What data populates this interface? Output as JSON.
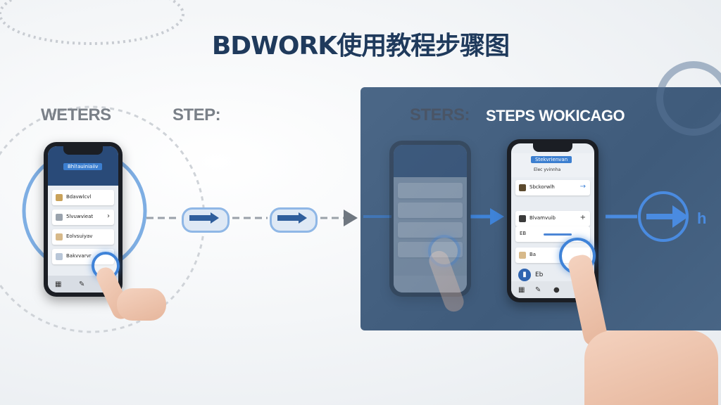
{
  "title": "BDWORK使用教程步骤图",
  "labels": {
    "left": "WETERS",
    "middle": "STEP:",
    "panel_left": "STERS:",
    "panel_right": "STEPS WOKICAGO"
  },
  "phone_left": {
    "header_tag": "Bhl!auiniaiiv",
    "rows": [
      "Bdavwlcvl",
      "5lvuwvieat",
      "Eolvsuiyav",
      "Bakvvarvr"
    ]
  },
  "phone_right": {
    "header_tag": "Stekvrienvan",
    "subtitle": "Elec yvinnha",
    "rows": [
      "Sbckorwlh",
      "Blvamvuib",
      "EB",
      "Ba"
    ],
    "fab_text": "Eb"
  },
  "colors": {
    "accent": "#3f83d8",
    "panel": "#44607f",
    "title": "#1f3a5c"
  },
  "icons": [
    "arrow-right-icon",
    "touch-indicator-icon",
    "chevron-right-icon",
    "home-icon",
    "pin-icon"
  ]
}
